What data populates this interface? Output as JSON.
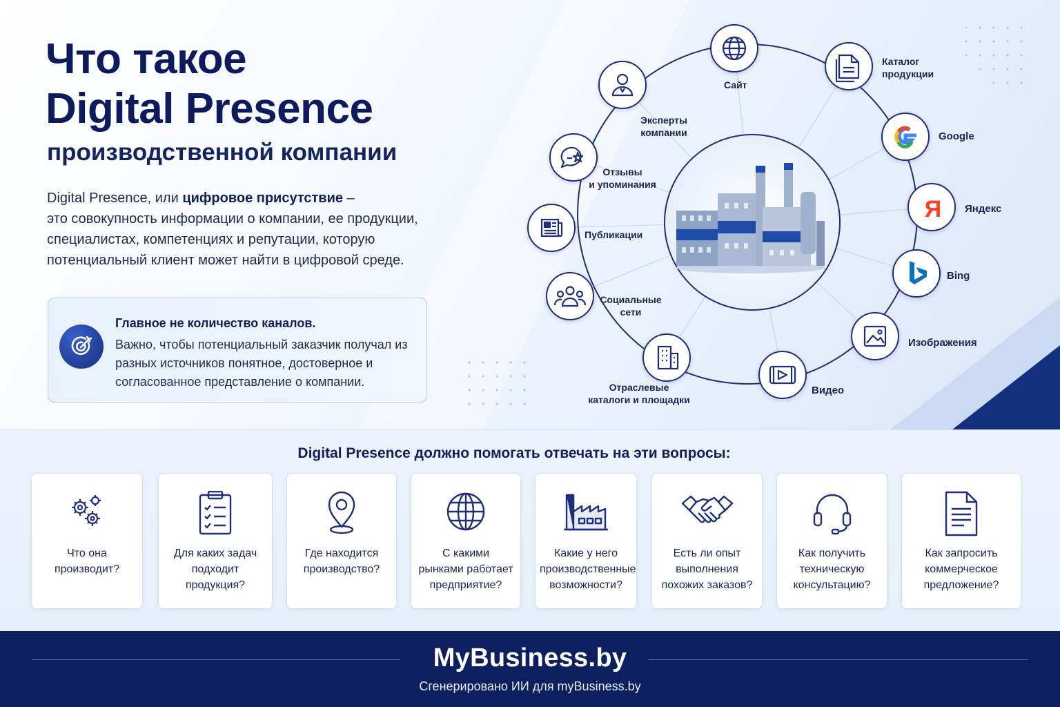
{
  "title_line1": "Что такое",
  "title_line2": "Digital Presence",
  "subtitle": "производственной компании",
  "description": {
    "lead": "Digital Presence, или ",
    "bold": "цифровое присутствие",
    "dash": " –",
    "rest": "это совокупность информации о компании, ее продукции, специалистах, компетенциях и репутации, которую потенциальный клиент может найти в цифровой среде."
  },
  "callout": {
    "title": "Главное не количество каналов.",
    "text": "Важно, чтобы потенциальный заказчик получал из разных источников понятное, достоверное и согласованное представление о компании.",
    "icon": "target-icon"
  },
  "diagram": {
    "center_image": "factory-illustration",
    "nodes": [
      {
        "label": "Сайт",
        "icon": "globe-icon"
      },
      {
        "label": "Каталог\nпродукции",
        "icon": "document-icon"
      },
      {
        "label": "Google",
        "icon": "google-logo-icon"
      },
      {
        "label": "Яндекс",
        "icon": "yandex-logo-icon"
      },
      {
        "label": "Bing",
        "icon": "bing-logo-icon"
      },
      {
        "label": "Изображения",
        "icon": "image-icon"
      },
      {
        "label": "Видео",
        "icon": "video-icon"
      },
      {
        "label": "Отраслевые\nкаталоги и площадки",
        "icon": "building-icon"
      },
      {
        "label": "Социальные\nсети",
        "icon": "people-icon"
      },
      {
        "label": "Публикации",
        "icon": "newspaper-icon"
      },
      {
        "label": "Отзывы\nи упоминания",
        "icon": "review-chat-icon"
      },
      {
        "label": "Эксперты\nкомпании",
        "icon": "expert-user-icon"
      }
    ],
    "colors": {
      "ring": "#1c2f78",
      "google_blue": "#4285f4",
      "google_red": "#ea4335",
      "google_yellow": "#fbbc05",
      "google_green": "#34a853",
      "yandex_red": "#fc3f1d",
      "bing_blue": "#0e6fbf"
    }
  },
  "questions": {
    "title": "Digital Presence должно помогать отвечать на эти вопросы:",
    "items": [
      {
        "text": "Что она\nпроизводит?",
        "icon": "gears-icon"
      },
      {
        "text": "Для каких задач\nподходит\nпродукция?",
        "icon": "clipboard-icon"
      },
      {
        "text": "Где находится\nпроизводство?",
        "icon": "location-pin-icon"
      },
      {
        "text": "С какими\nрынками работает\nпредприятие?",
        "icon": "globe-icon"
      },
      {
        "text": "Какие у него\nпроизводственные\nвозможности?",
        "icon": "factory-icon"
      },
      {
        "text": "Есть ли опыт\nвыполнения\nпохожих заказов?",
        "icon": "handshake-icon"
      },
      {
        "text": "Как получить\nтехническую\nконсультацию?",
        "icon": "headset-icon"
      },
      {
        "text": "Как запросить\nкоммерческое\nпредложение?",
        "icon": "document-icon"
      }
    ]
  },
  "footer": {
    "brand": "MyBusiness.by",
    "credit": "Сгенерировано ИИ для myBusiness.by"
  },
  "theme": {
    "navy": "#0d1f5e",
    "accent": "#1c3aa0"
  }
}
